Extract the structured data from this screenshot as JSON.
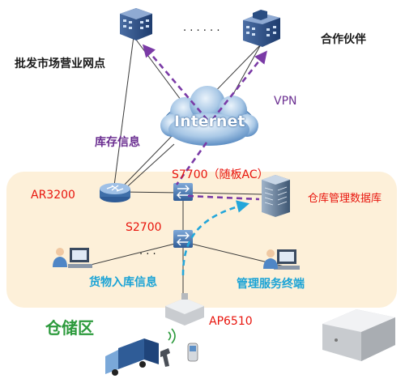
{
  "labels": {
    "retail_outlets": "批发市场营业网点",
    "partners": "合作伙伴",
    "dots_top": "· · · · · ·",
    "vpn": "VPN",
    "internet": "Internet",
    "inventory_info": "库存信息",
    "ar3200": "AR3200",
    "s7700": "S7700（随板AC）",
    "warehouse_db": "仓库管理数据库",
    "s2700": "S2700",
    "dots_mid": "· · ·",
    "goods_info": "货物入库信息",
    "mgmt_terminal": "管理服务终端",
    "storage_zone": "仓储区",
    "ap6510": "AP6510"
  },
  "colors": {
    "red_label": "#e8140c",
    "cyan_label": "#1aa3d6",
    "purple_label": "#6b2f91",
    "green_label": "#2c9a3c",
    "dark_label": "#1a1a1a",
    "zone_fill": "#fdf0d9",
    "purple_dash": "#7a3aa6",
    "cyan_dash": "#23a6da",
    "cloud_blue": "#2d6fb0"
  }
}
